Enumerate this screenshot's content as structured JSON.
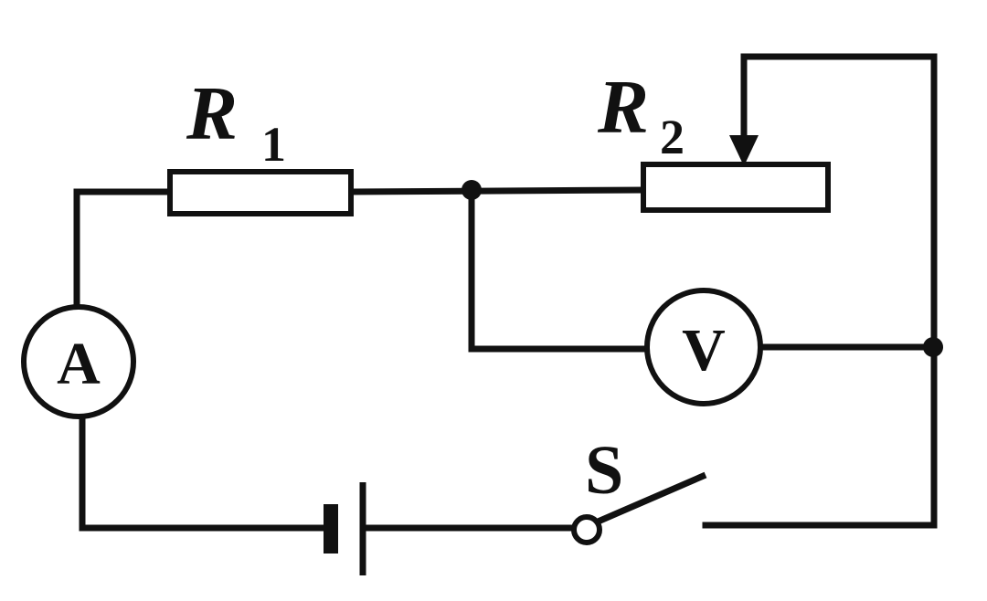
{
  "diagram": {
    "components": {
      "r1": {
        "symbol": "R",
        "subscript": "1"
      },
      "r2": {
        "symbol": "R",
        "subscript": "2"
      },
      "ammeter": {
        "letter": "A"
      },
      "voltmeter": {
        "letter": "V"
      },
      "switch": {
        "label": "S"
      }
    },
    "colors": {
      "line": "#111111",
      "background": "#ffffff"
    }
  }
}
